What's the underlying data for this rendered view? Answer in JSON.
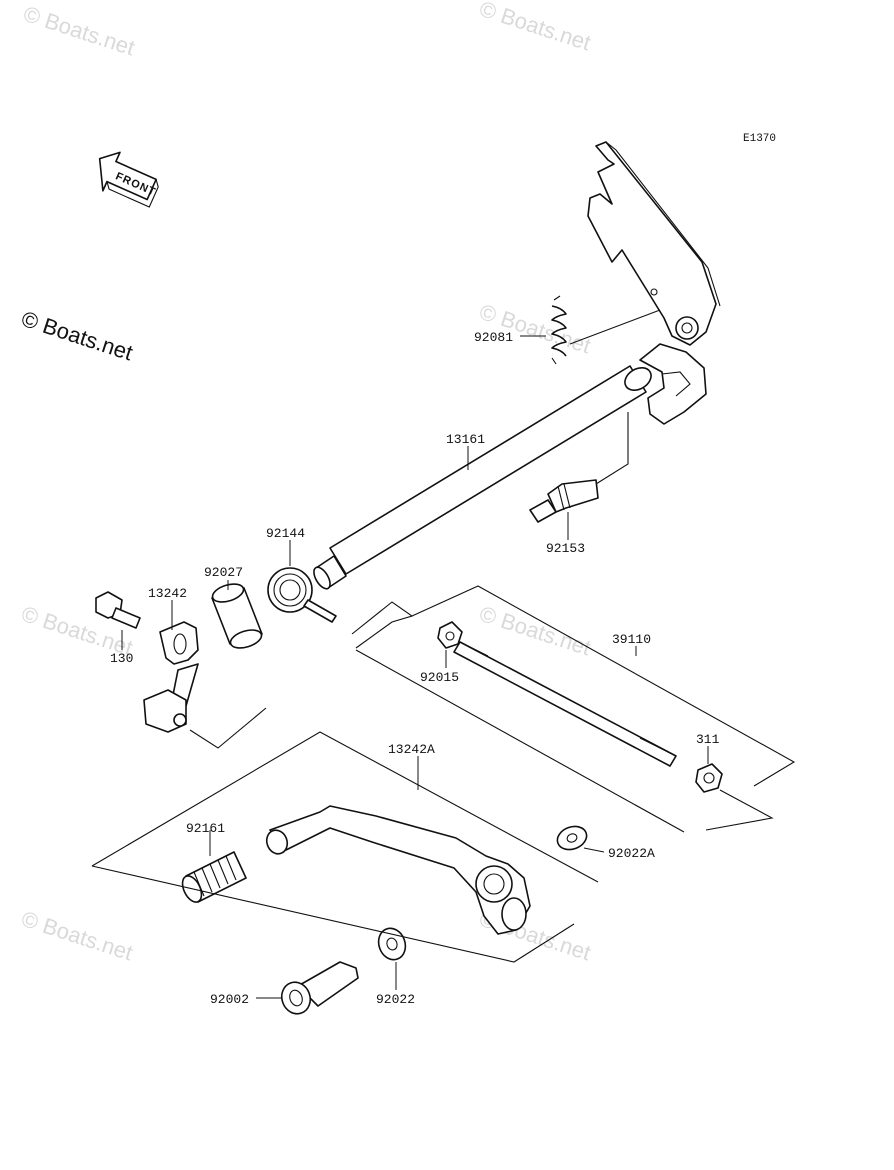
{
  "diagram_code": "E1370",
  "front_arrow_label": "FRONT",
  "copyright": "© Boats.net",
  "watermark": "© Boats.net",
  "parts": [
    {
      "id": "p92081",
      "label": "92081"
    },
    {
      "id": "p13161",
      "label": "13161"
    },
    {
      "id": "p92153",
      "label": "92153"
    },
    {
      "id": "p92144",
      "label": "92144"
    },
    {
      "id": "p92027",
      "label": "92027"
    },
    {
      "id": "p13242",
      "label": "13242"
    },
    {
      "id": "p130",
      "label": "130"
    },
    {
      "id": "p39110",
      "label": "39110"
    },
    {
      "id": "p92015",
      "label": "92015"
    },
    {
      "id": "p311",
      "label": "311"
    },
    {
      "id": "p13242A",
      "label": "13242A"
    },
    {
      "id": "p92161",
      "label": "92161"
    },
    {
      "id": "p92022A",
      "label": "92022A"
    },
    {
      "id": "p92002",
      "label": "92002"
    },
    {
      "id": "p92022",
      "label": "92022"
    }
  ]
}
